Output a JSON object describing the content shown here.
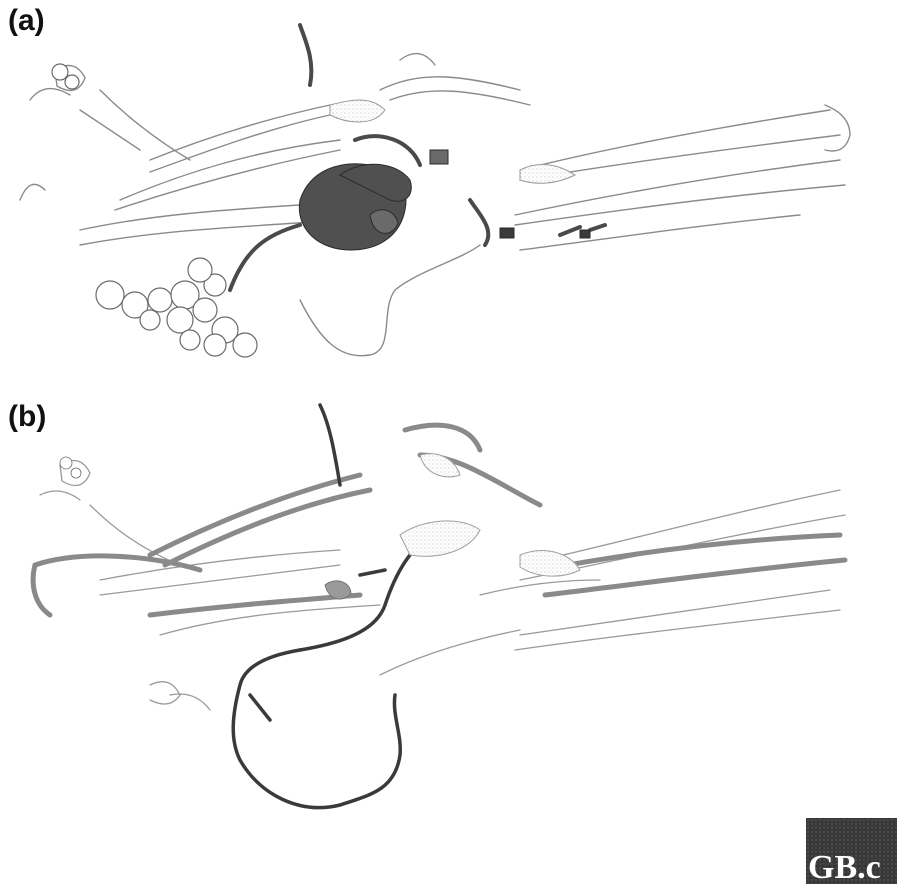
{
  "figure": {
    "panel_a_label": "(a)",
    "panel_b_label": "(b)",
    "watermark_text": "GB.c"
  },
  "colors": {
    "background": "#ffffff",
    "ribbon_light": "#d9d9d9",
    "ribbon_mid": "#9a9a9a",
    "ribbon_dark": "#4a4a4a",
    "ligand_dark": "#505050",
    "line": "#222222"
  },
  "icons": {
    "panel_a": "protein-ribbon-structure-icon",
    "panel_b": "protein-ribbon-structure-icon",
    "watermark": "logo-icon"
  }
}
